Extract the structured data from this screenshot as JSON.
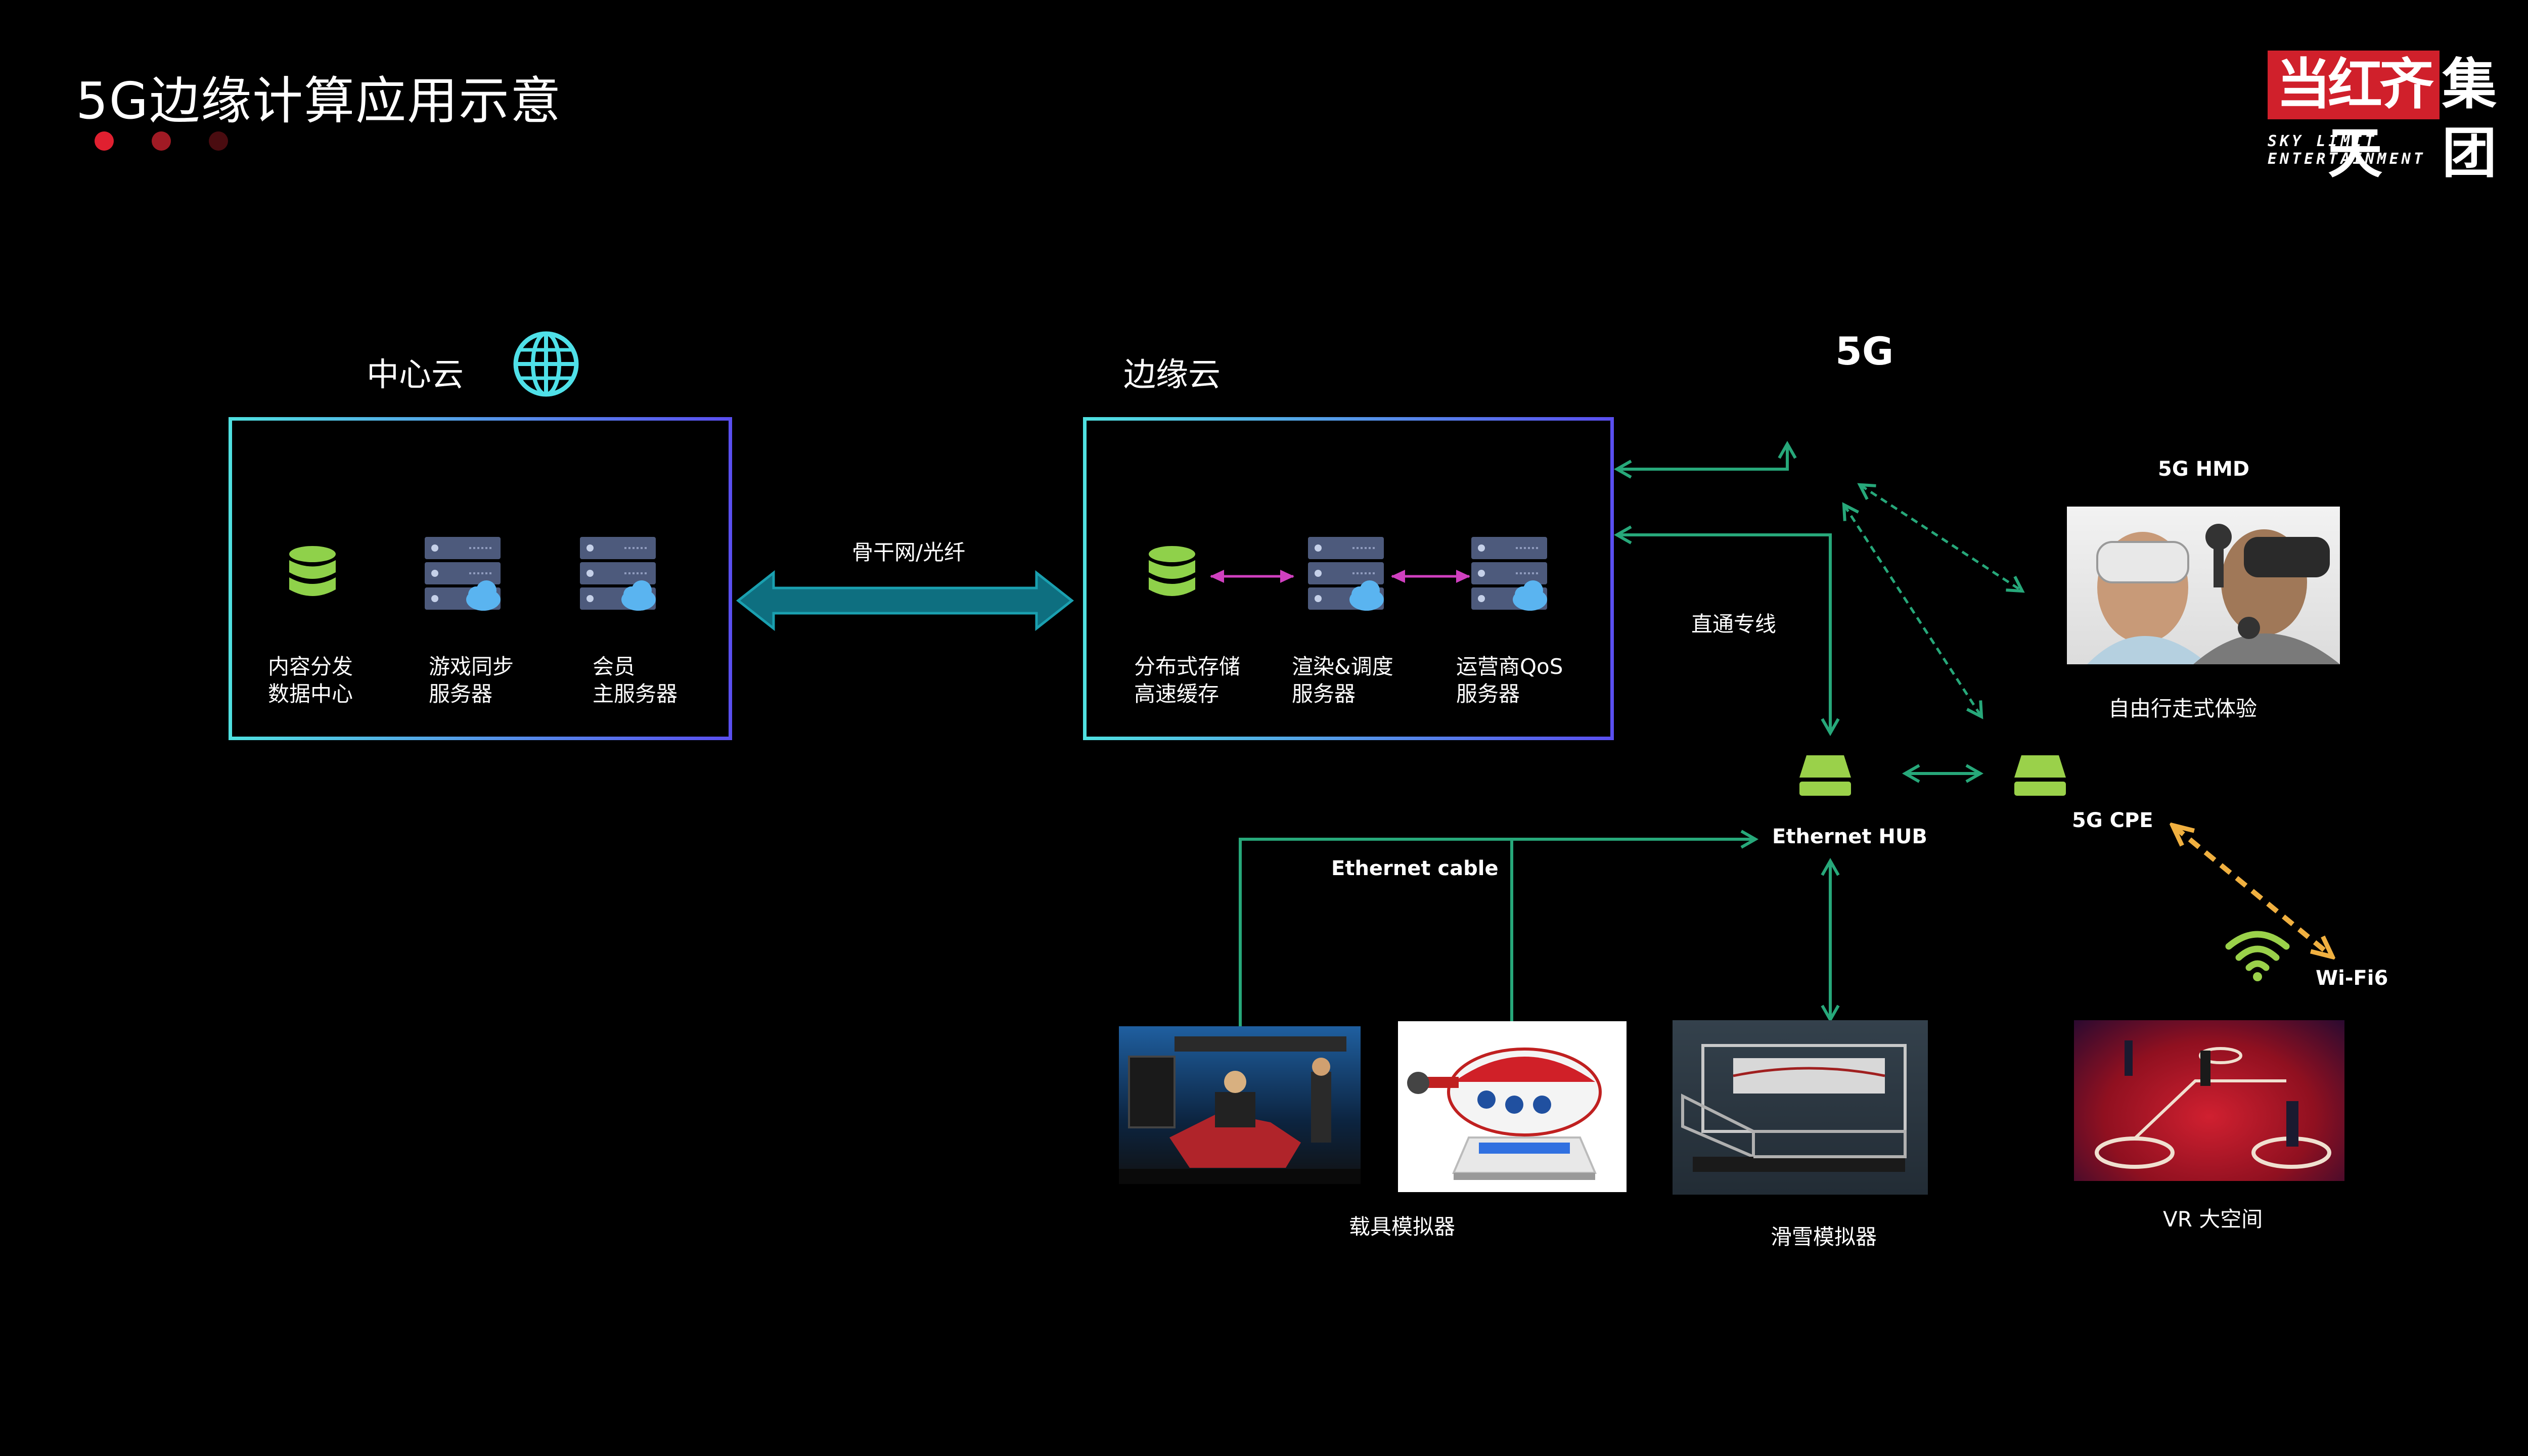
{
  "title": "5G边缘计算应用示意",
  "logo": {
    "text_red": "当红齐天",
    "text_white": "集团",
    "subtitle": "SKY LIMIT ENTERTAINMENT"
  },
  "colors": {
    "accent_red": "#d0202b",
    "line_green": "#27a87a",
    "arrow_magenta": "#d040c0",
    "cpe_green": "#9ad14a",
    "wifi_arrow": "#f0b040",
    "link_teal": "#0e7c8c"
  },
  "center_cloud": {
    "label": "中心云",
    "nodes": [
      {
        "icon": "database-icon",
        "label1": "内容分发",
        "label2": "数据中心"
      },
      {
        "icon": "cloud-server-icon",
        "label1": "游戏同步",
        "label2": "服务器"
      },
      {
        "icon": "cloud-server-icon",
        "label1": "会员",
        "label2": "主服务器"
      }
    ]
  },
  "backbone_label": "骨干网/光纤",
  "edge_cloud": {
    "label": "边缘云",
    "nodes": [
      {
        "icon": "database-icon",
        "label1": "分布式存储",
        "label2": "高速缓存"
      },
      {
        "icon": "cloud-server-icon",
        "label1": "渲染&调度",
        "label2": "服务器"
      },
      {
        "icon": "cloud-server-icon",
        "label1": "运营商QoS",
        "label2": "服务器"
      }
    ]
  },
  "network": {
    "label_5g": "5G",
    "direct_line": "直通专线",
    "hmd_title": "5G HMD",
    "hmd_caption": "自由行走式体验",
    "ethernet_hub": "Ethernet HUB",
    "cpe": "5G CPE",
    "ethernet_cable": "Ethernet cable",
    "wifi": "Wi-Fi6"
  },
  "devices": {
    "vehicle_caption": "载具模拟器",
    "ski_caption": "滑雪模拟器",
    "vr_caption": "VR 大空间"
  }
}
